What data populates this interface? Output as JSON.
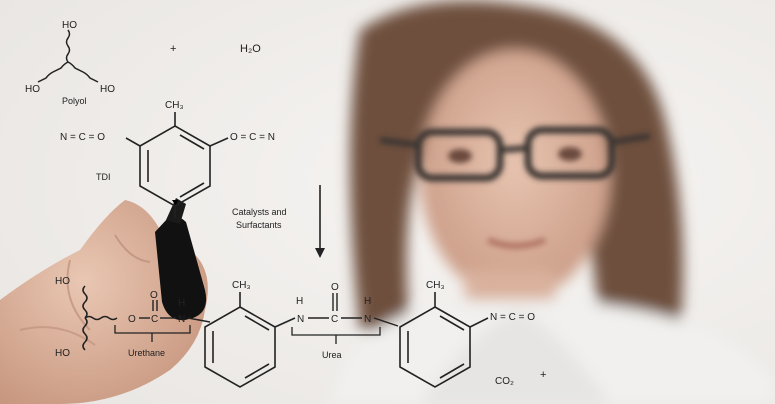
{
  "reaction": {
    "polyol_top": {
      "ho_top": "HO",
      "ho_left": "HO",
      "ho_right": "HO",
      "label": "Polyol"
    },
    "plus_1": "+",
    "water": "H₂O",
    "tdi": {
      "methyl": "CH₃",
      "nco_left": "N = C = O",
      "nco_right": "O = C = N",
      "label": "TDI"
    },
    "catalyst_label_line1": "Catalysts and",
    "catalyst_label_line2": "Surfactants",
    "product": {
      "ho_top": "HO",
      "ho_bottom": "HO",
      "carbonyl_o1": "O",
      "h_1": "H",
      "o_link": "O",
      "c_1": "C",
      "n_1": "N",
      "methyl_1": "CH₃",
      "h_2": "H",
      "carbonyl_o2": "O",
      "h_3": "H",
      "n_2": "N",
      "c_2": "C",
      "n_3": "N",
      "methyl_2": "CH₃",
      "nco_end": "N = C = O",
      "urethane_label": "Urethane",
      "urea_label": "Urea",
      "plus_2": "+",
      "co2": "CO₂"
    }
  }
}
